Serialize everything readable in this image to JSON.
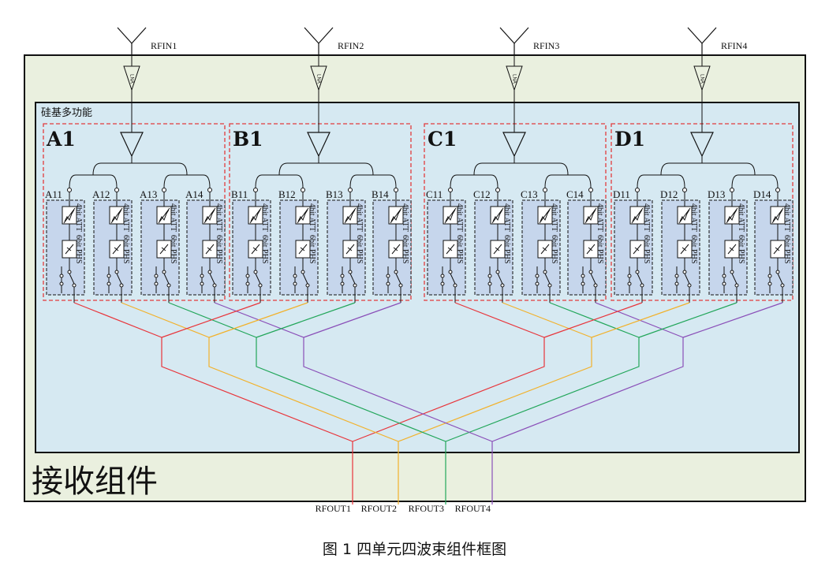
{
  "module_label": "接收组件",
  "chip_label": "硅基多功能",
  "caption": "图 1 四单元四波束组件框图",
  "lna_label": "LNA",
  "att_label": "4bit ATT",
  "phs_label": "6bit PHS",
  "inputs": [
    "RFIN1",
    "RFIN2",
    "RFIN3",
    "RFIN4"
  ],
  "outputs": [
    "RFOUT1",
    "RFOUT2",
    "RFOUT3",
    "RFOUT4"
  ],
  "groups": [
    {
      "name": "A1",
      "channels": [
        "A11",
        "A12",
        "A13",
        "A14"
      ]
    },
    {
      "name": "B1",
      "channels": [
        "B11",
        "B12",
        "B13",
        "B14"
      ]
    },
    {
      "name": "C1",
      "channels": [
        "C11",
        "C12",
        "C13",
        "C14"
      ]
    },
    {
      "name": "D1",
      "channels": [
        "D11",
        "D12",
        "D13",
        "D14"
      ]
    }
  ],
  "beam_colors": [
    "#e8343a",
    "#f2b12a",
    "#22a65a",
    "#8a4fb8"
  ],
  "colors": {
    "module_bg": "#eaf0df",
    "chip_bg": "#d6e9f2",
    "channel_bg": "#c6d6ec",
    "group_border": "#e23c3c"
  }
}
